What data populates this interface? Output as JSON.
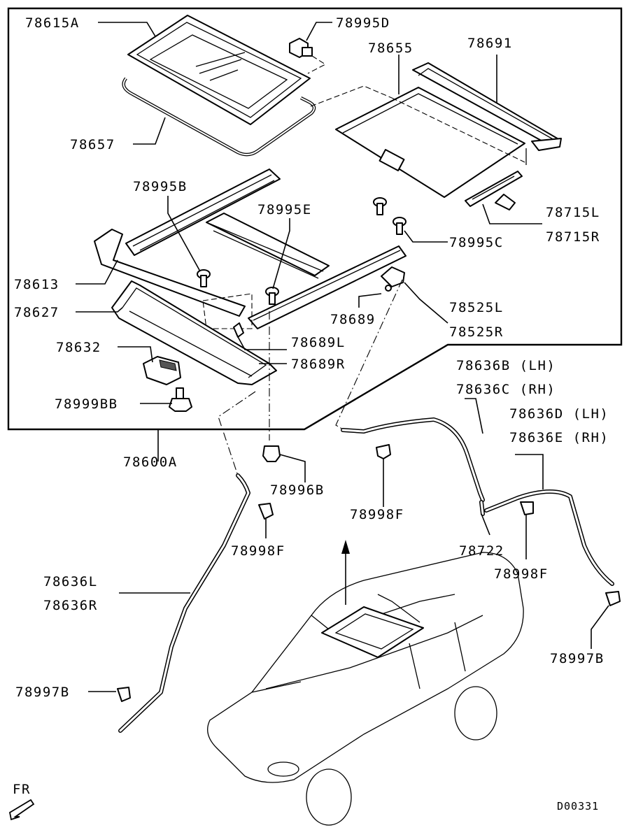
{
  "labels": {
    "l78615a": "78615A",
    "l78995d": "78995D",
    "l78655": "78655",
    "l78691": "78691",
    "l78657": "78657",
    "l78995b": "78995B",
    "l78995e": "78995E",
    "l78715l": "78715L",
    "l78715r": "78715R",
    "l78995c": "78995C",
    "l78613": "78613",
    "l78627": "78627",
    "l78689": "78689",
    "l78525l": "78525L",
    "l78525r": "78525R",
    "l78632": "78632",
    "l78689l": "78689L",
    "l78689r": "78689R",
    "l78999bb": "78999BB",
    "l78600a": "78600A",
    "l78636b": "78636B (LH)",
    "l78636c": "78636C (RH)",
    "l78636d": "78636D (LH)",
    "l78636e": "78636E (RH)",
    "l78996b": "78996B",
    "l78998f_mid": "78998F",
    "l78998f_left": "78998F",
    "l78722": "78722",
    "l78998f_right": "78998F",
    "l78636l": "78636L",
    "l78636r": "78636R",
    "l78997b_right": "78997B",
    "l78997b_left": "78997B",
    "front_indicator": "FR",
    "diagram_code": "D00331"
  }
}
